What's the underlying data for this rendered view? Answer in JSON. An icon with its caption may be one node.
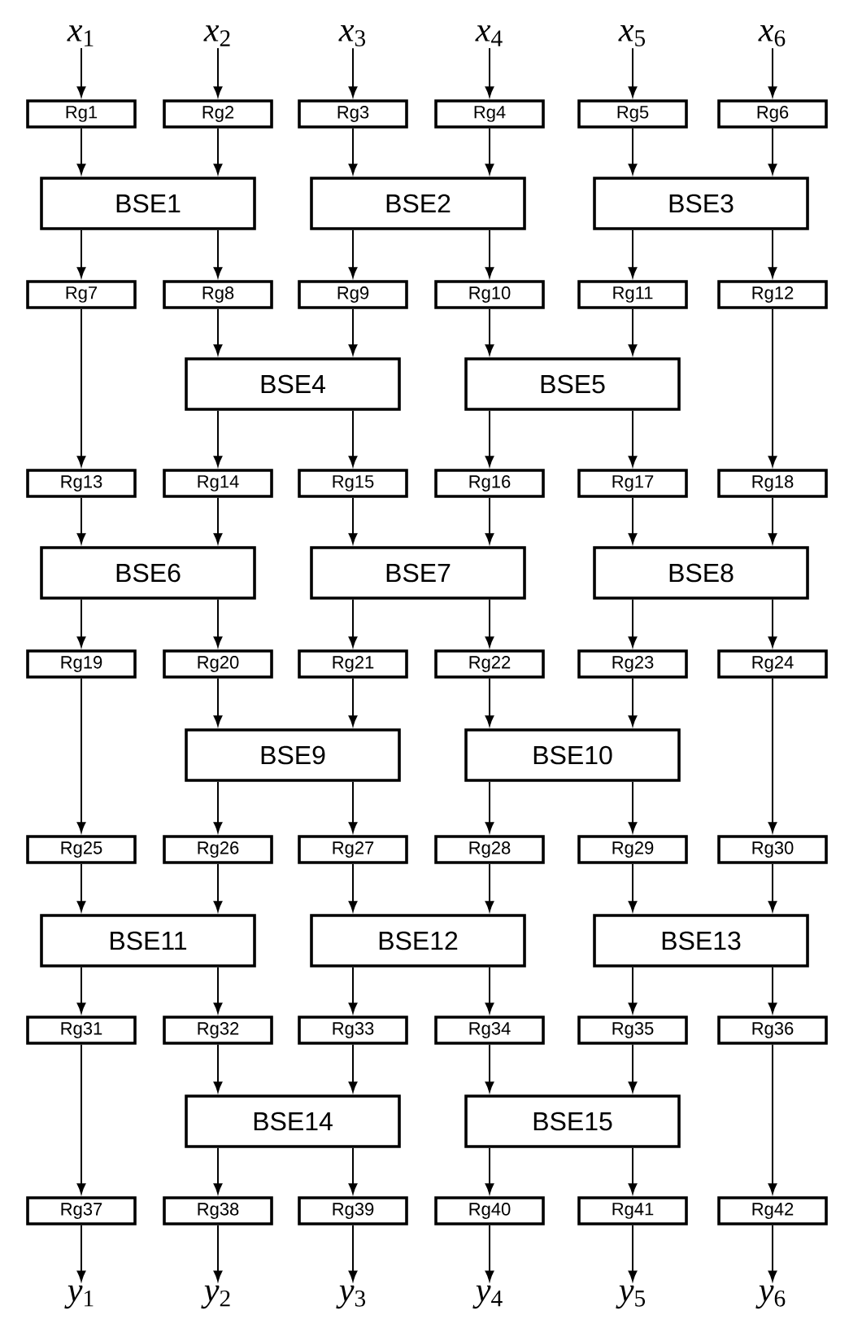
{
  "diagram": {
    "nodes": [
      {
        "text": [
          "*x*$_{1}$"
        ]
      },
      {
        "text": [
          "*x*$_{2}$"
        ]
      },
      {
        "text": [
          "*x*$_{3}$"
        ]
      },
      {
        "text": [
          "*x*$_{4}$"
        ]
      },
      {
        "text": [
          "*x*$_{5}$"
        ]
      },
      {
        "text": [
          "*x*$_{6}$"
        ]
      },
      {
        "text": [
          "Rg1"
        ]
      },
      {
        "text": [
          "Rg2"
        ]
      },
      {
        "text": [
          "Rg3"
        ]
      },
      {
        "text": [
          "Rg4"
        ]
      },
      {
        "text": [
          "Rg5"
        ]
      },
      {
        "text": [
          "Rg6"
        ]
      },
      {
        "text": [
          "BSE1"
        ]
      },
      {
        "text": [
          "BSE2"
        ]
      },
      {
        "text": [
          "BSE3"
        ]
      },
      {
        "text": [
          "Rg7"
        ]
      },
      {
        "text": [
          "Rg8"
        ]
      },
      {
        "text": [
          "Rg9"
        ]
      },
      {
        "text": [
          "Rg10"
        ]
      },
      {
        "text": [
          "Rg11"
        ]
      },
      {
        "text": [
          "Rg12"
        ]
      },
      {
        "text": [
          "BSE4"
        ]
      },
      {
        "text": [
          "BSE5"
        ]
      },
      {
        "text": [
          "Rg13"
        ]
      },
      {
        "text": [
          "Rg14"
        ]
      },
      {
        "text": [
          "Rg15"
        ]
      },
      {
        "text": [
          "Rg16"
        ]
      },
      {
        "text": [
          "Rg17"
        ]
      },
      {
        "text": [
          "Rg18"
        ]
      },
      {
        "text": [
          "BSE6"
        ]
      },
      {
        "text": [
          "BSE7"
        ]
      },
      {
        "text": [
          "BSE8"
        ]
      },
      {
        "text": [
          "Rg19"
        ]
      },
      {
        "text": [
          "Rg20"
        ]
      },
      {
        "text": [
          "Rg21"
        ]
      },
      {
        "text": [
          "Rg22"
        ]
      },
      {
        "text": [
          "Rg23"
        ]
      },
      {
        "text": [
          "Rg24"
        ]
      },
      {
        "text": [
          "BSE9"
        ]
      },
      {
        "text": [
          "BSE10"
        ]
      },
      {
        "text": [
          "Rg25"
        ]
      },
      {
        "text": [
          "Rg26"
        ]
      },
      {
        "text": [
          "Rg27"
        ]
      },
      {
        "text": [
          "Rg28"
        ]
      },
      {
        "text": [
          "Rg29"
        ]
      },
      {
        "text": [
          "Rg30"
        ]
      },
      {
        "text": [
          "BSE11"
        ]
      },
      {
        "text": [
          "BSE12"
        ]
      },
      {
        "text": [
          "BSE13"
        ]
      },
      {
        "text": [
          "Rg31"
        ]
      },
      {
        "text": [
          "Rg32"
        ]
      },
      {
        "text": [
          "Rg33"
        ]
      },
      {
        "text": [
          "Rg34"
        ]
      },
      {
        "text": [
          "Rg35"
        ]
      },
      {
        "text": [
          "Rg36"
        ]
      },
      {
        "text": [
          "BSE14"
        ]
      },
      {
        "text": [
          "BSE15"
        ]
      },
      {
        "text": [
          "Rg37"
        ]
      },
      {
        "text": [
          "Rg38"
        ]
      },
      {
        "text": [
          "Rg39"
        ]
      },
      {
        "text": [
          "Rg40"
        ]
      },
      {
        "text": [
          "Rg41"
        ]
      },
      {
        "text": [
          "Rg42"
        ]
      },
      {
        "text": [
          "*y*$_{1}$"
        ]
      },
      {
        "text": [
          "*y*$_{2}$"
        ]
      },
      {
        "text": [
          "*y*$_{3}$"
        ]
      },
      {
        "text": [
          "*y*$_{4}$"
        ]
      },
      {
        "text": [
          "*y*$_{5}$"
        ]
      },
      {
        "text": [
          "*y*$_{6}$"
        ]
      }
    ],
    "edges": [
      {
        "from": 0,
        "to": 6,
        "arrow": "to"
      },
      {
        "from": 1,
        "to": 7,
        "arrow": "to"
      },
      {
        "from": 2,
        "to": 8,
        "arrow": "to"
      },
      {
        "from": 3,
        "to": 9,
        "arrow": "to"
      },
      {
        "from": 4,
        "to": 10,
        "arrow": "to"
      },
      {
        "from": 5,
        "to": 11,
        "arrow": "to"
      },
      {
        "from": 6,
        "to": 12,
        "arrow": "to"
      },
      {
        "from": 7,
        "to": 12,
        "arrow": "to"
      },
      {
        "from": 8,
        "to": 13,
        "arrow": "to"
      },
      {
        "from": 9,
        "to": 13,
        "arrow": "to"
      },
      {
        "from": 10,
        "to": 14,
        "arrow": "to"
      },
      {
        "from": 11,
        "to": 14,
        "arrow": "to"
      },
      {
        "from": 12,
        "to": 15,
        "arrow": "to"
      },
      {
        "from": 12,
        "to": 16,
        "arrow": "to"
      },
      {
        "from": 13,
        "to": 17,
        "arrow": "to"
      },
      {
        "from": 13,
        "to": 18,
        "arrow": "to"
      },
      {
        "from": 14,
        "to": 19,
        "arrow": "to"
      },
      {
        "from": 14,
        "to": 20,
        "arrow": "to"
      },
      {
        "from": 15,
        "to": 23,
        "arrow": "to"
      },
      {
        "from": 16,
        "to": 21,
        "arrow": "to"
      },
      {
        "from": 17,
        "to": 21,
        "arrow": "to"
      },
      {
        "from": 18,
        "to": 22,
        "arrow": "to"
      },
      {
        "from": 19,
        "to": 22,
        "arrow": "to"
      },
      {
        "from": 20,
        "to": 28,
        "arrow": "to"
      },
      {
        "from": 21,
        "to": 24,
        "arrow": "to"
      },
      {
        "from": 21,
        "to": 25,
        "arrow": "to"
      },
      {
        "from": 22,
        "to": 26,
        "arrow": "to"
      },
      {
        "from": 22,
        "to": 27,
        "arrow": "to"
      },
      {
        "from": 23,
        "to": 29,
        "arrow": "to"
      },
      {
        "from": 24,
        "to": 29,
        "arrow": "to"
      },
      {
        "from": 25,
        "to": 30,
        "arrow": "to"
      },
      {
        "from": 26,
        "to": 30,
        "arrow": "to"
      },
      {
        "from": 27,
        "to": 31,
        "arrow": "to"
      },
      {
        "from": 28,
        "to": 31,
        "arrow": "to"
      },
      {
        "from": 29,
        "to": 32,
        "arrow": "to"
      },
      {
        "from": 29,
        "to": 33,
        "arrow": "to"
      },
      {
        "from": 30,
        "to": 34,
        "arrow": "to"
      },
      {
        "from": 30,
        "to": 35,
        "arrow": "to"
      },
      {
        "from": 31,
        "to": 36,
        "arrow": "to"
      },
      {
        "from": 31,
        "to": 37,
        "arrow": "to"
      },
      {
        "from": 32,
        "to": 40,
        "arrow": "to"
      },
      {
        "from": 33,
        "to": 38,
        "arrow": "to"
      },
      {
        "from": 34,
        "to": 38,
        "arrow": "to"
      },
      {
        "from": 35,
        "to": 39,
        "arrow": "to"
      },
      {
        "from": 36,
        "to": 39,
        "arrow": "to"
      },
      {
        "from": 37,
        "to": 45,
        "arrow": "to"
      },
      {
        "from": 38,
        "to": 41,
        "arrow": "to"
      },
      {
        "from": 38,
        "to": 42,
        "arrow": "to"
      },
      {
        "from": 39,
        "to": 43,
        "arrow": "to"
      },
      {
        "from": 39,
        "to": 44,
        "arrow": "to"
      },
      {
        "from": 40,
        "to": 46,
        "arrow": "to"
      },
      {
        "from": 41,
        "to": 46,
        "arrow": "to"
      },
      {
        "from": 42,
        "to": 47,
        "arrow": "to"
      },
      {
        "from": 43,
        "to": 47,
        "arrow": "to"
      },
      {
        "from": 44,
        "to": 48,
        "arrow": "to"
      },
      {
        "from": 45,
        "to": 48,
        "arrow": "to"
      },
      {
        "from": 46,
        "to": 49,
        "arrow": "to"
      },
      {
        "from": 46,
        "to": 50,
        "arrow": "to"
      },
      {
        "from": 47,
        "to": 51,
        "arrow": "to"
      },
      {
        "from": 47,
        "to": 52,
        "arrow": "to"
      },
      {
        "from": 48,
        "to": 53,
        "arrow": "to"
      },
      {
        "from": 48,
        "to": 54,
        "arrow": "to"
      },
      {
        "from": 49,
        "to": 57,
        "arrow": "to"
      },
      {
        "from": 50,
        "to": 55,
        "arrow": "to"
      },
      {
        "from": 51,
        "to": 55,
        "arrow": "to"
      },
      {
        "from": 52,
        "to": 56,
        "arrow": "to"
      },
      {
        "from": 53,
        "to": 56,
        "arrow": "to"
      },
      {
        "from": 54,
        "to": 62,
        "arrow": "to"
      },
      {
        "from": 55,
        "to": 58,
        "arrow": "to"
      },
      {
        "from": 55,
        "to": 59,
        "arrow": "to"
      },
      {
        "from": 56,
        "to": 60,
        "arrow": "to"
      },
      {
        "from": 56,
        "to": 61,
        "arrow": "to"
      },
      {
        "from": 57,
        "to": 63,
        "arrow": "to"
      },
      {
        "from": 58,
        "to": 64,
        "arrow": "to"
      },
      {
        "from": 59,
        "to": 65,
        "arrow": "to"
      },
      {
        "from": 60,
        "to": 66,
        "arrow": "to"
      },
      {
        "from": 61,
        "to": 67,
        "arrow": "to"
      },
      {
        "from": 62,
        "to": 68,
        "arrow": "to"
      }
    ]
  }
}
